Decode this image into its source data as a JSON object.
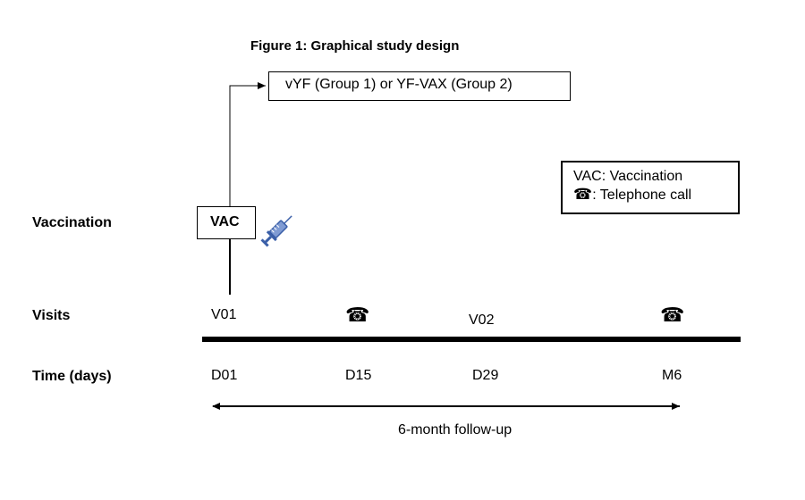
{
  "title": "Figure 1: Graphical study design",
  "arm_box_text": "vYF (Group 1) or YF-VAX (Group 2)",
  "row_labels": {
    "vaccination": "Vaccination",
    "visits": "Visits",
    "time": "Time (days)"
  },
  "vac_box_text": "VAC",
  "legend": {
    "vac_item": "VAC: Vaccination",
    "phone_symbol": "☎",
    "phone_item": ": Telephone call"
  },
  "visits": {
    "v01": "V01",
    "call_1_symbol": "☎",
    "v02": "V02",
    "call_2_symbol": "☎"
  },
  "time_points": {
    "d01": "D01",
    "d15": "D15",
    "d29": "D29",
    "m6": "M6"
  },
  "follow_up_label": "6-month follow-up",
  "icons": {
    "syringe": "syringe-icon",
    "telephone": "telephone-icon"
  },
  "colors": {
    "syringe": "#3a5fa8"
  }
}
